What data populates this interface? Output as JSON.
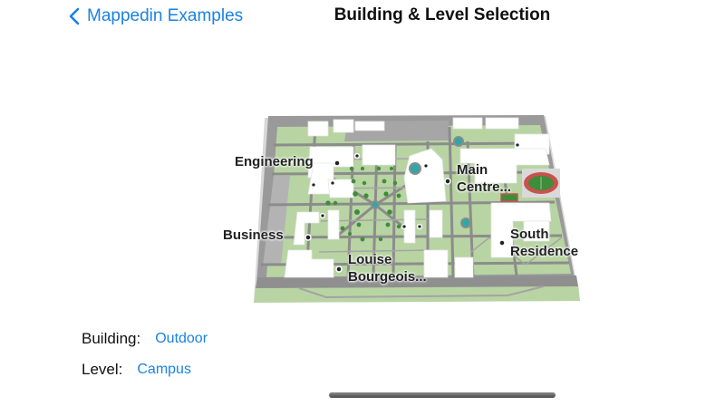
{
  "nav": {
    "back_label": "Mappedin Examples",
    "title": "Building & Level Selection",
    "back_icon": "chevron-left-icon"
  },
  "map": {
    "labels": [
      {
        "id": "engineering",
        "text": "Engineering"
      },
      {
        "id": "business",
        "text": "Business"
      },
      {
        "id": "main-centre-line1",
        "text": "Main"
      },
      {
        "id": "main-centre-line2",
        "text": "Centre..."
      },
      {
        "id": "louise-line1",
        "text": "Louise"
      },
      {
        "id": "louise-line2",
        "text": "Bourgeois..."
      },
      {
        "id": "south-line1",
        "text": "South"
      },
      {
        "id": "south-line2",
        "text": "Residence"
      }
    ],
    "colors": {
      "grass": "#b7d4a2",
      "road": "#8e8e8e",
      "building": "#ffffff",
      "tree": "#3f8c3a",
      "fountain": "#2fa7a8",
      "track": "#c9524e"
    }
  },
  "info": {
    "building_label": "Building:",
    "building_value": "Outdoor",
    "level_label": "Level:",
    "level_value": "Campus"
  },
  "accent_color": "#1a82e2"
}
